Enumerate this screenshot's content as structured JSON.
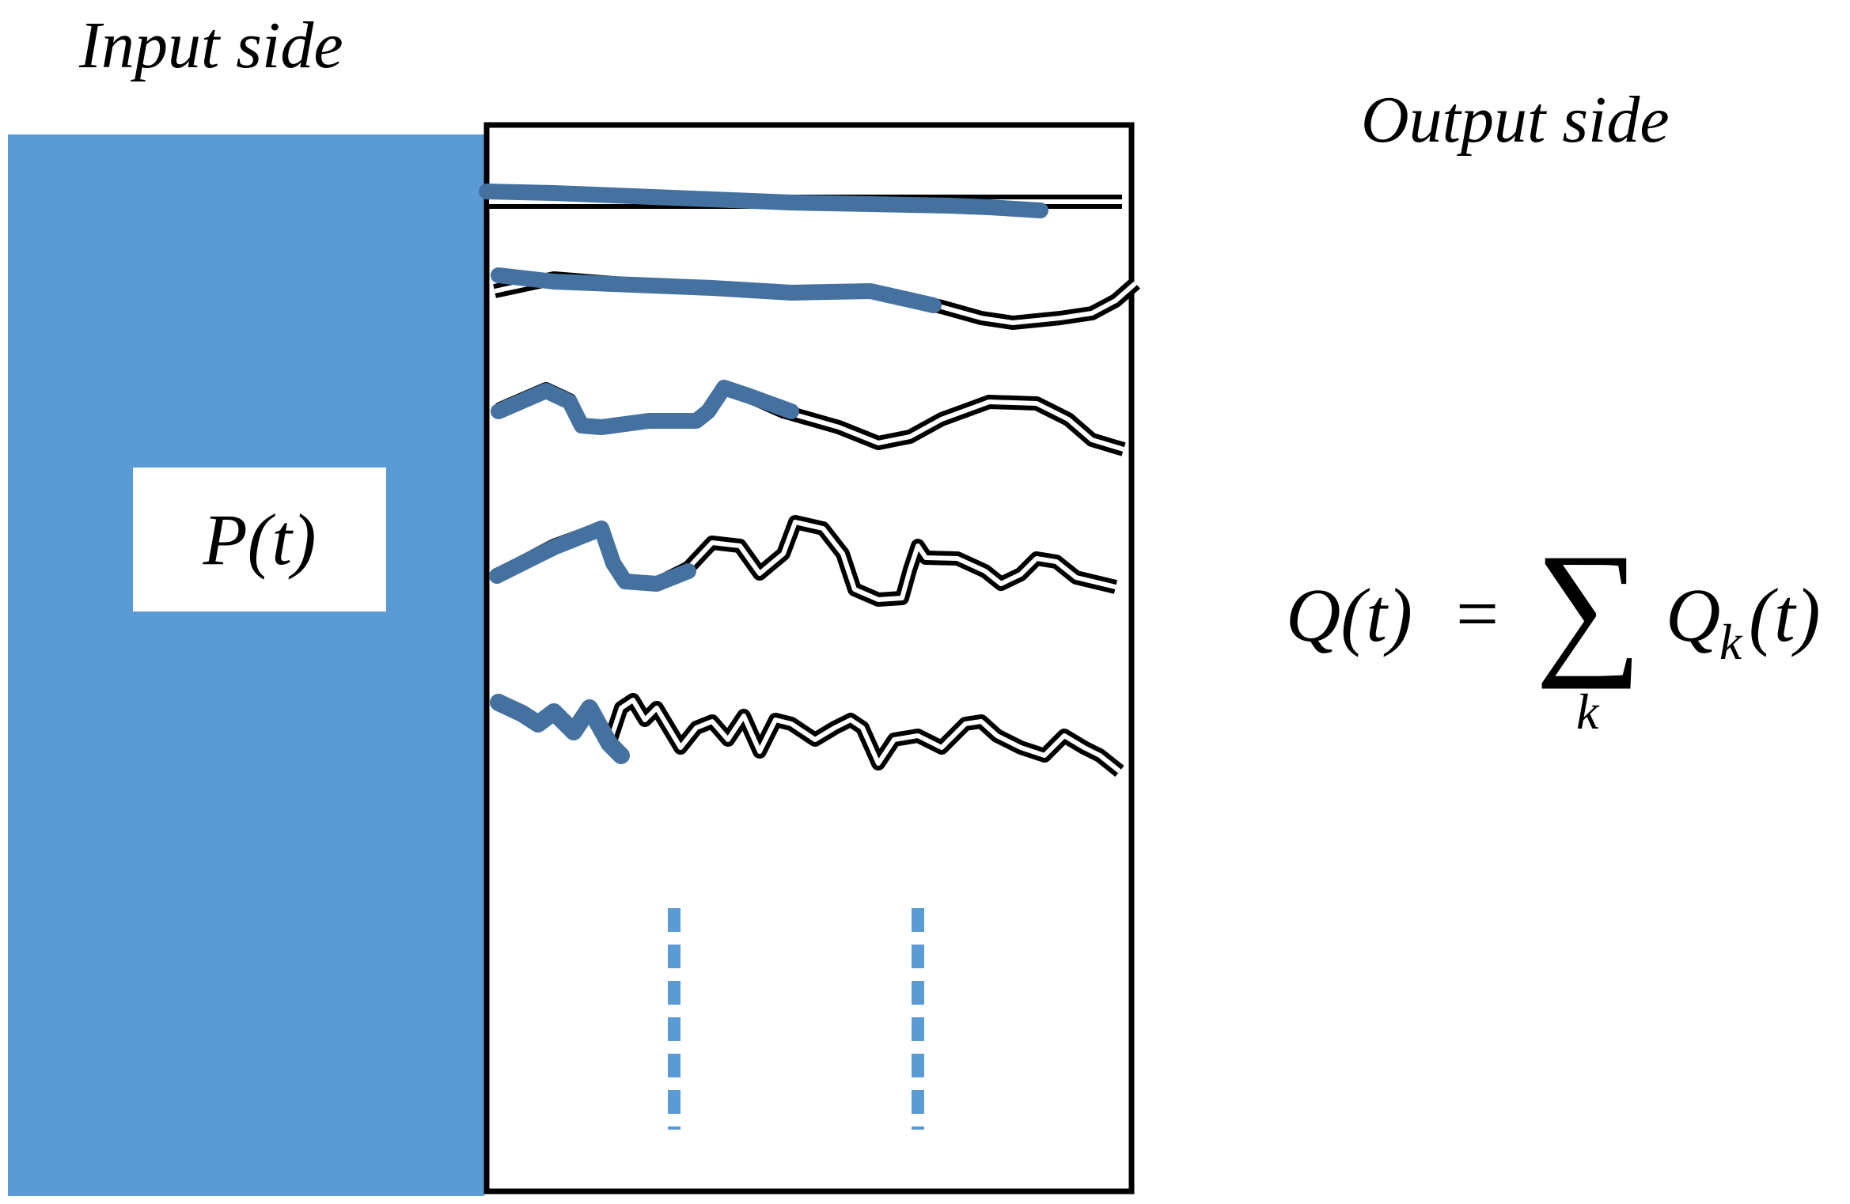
{
  "labels": {
    "input_side": "Input side",
    "output_side": "Output side",
    "reservoir_function": "P(t)"
  },
  "equation": {
    "lhs": "Q(t)",
    "equals": "=",
    "sum_symbol": "∑",
    "sum_index": "k",
    "term_symbol": "Q",
    "term_subscript": "k",
    "term_argument": "(t)"
  },
  "colors": {
    "reservoir": "#5b9bd5",
    "wetted_path": "#44719f",
    "outline": "#000000",
    "dashes": "#5b9bd5"
  }
}
